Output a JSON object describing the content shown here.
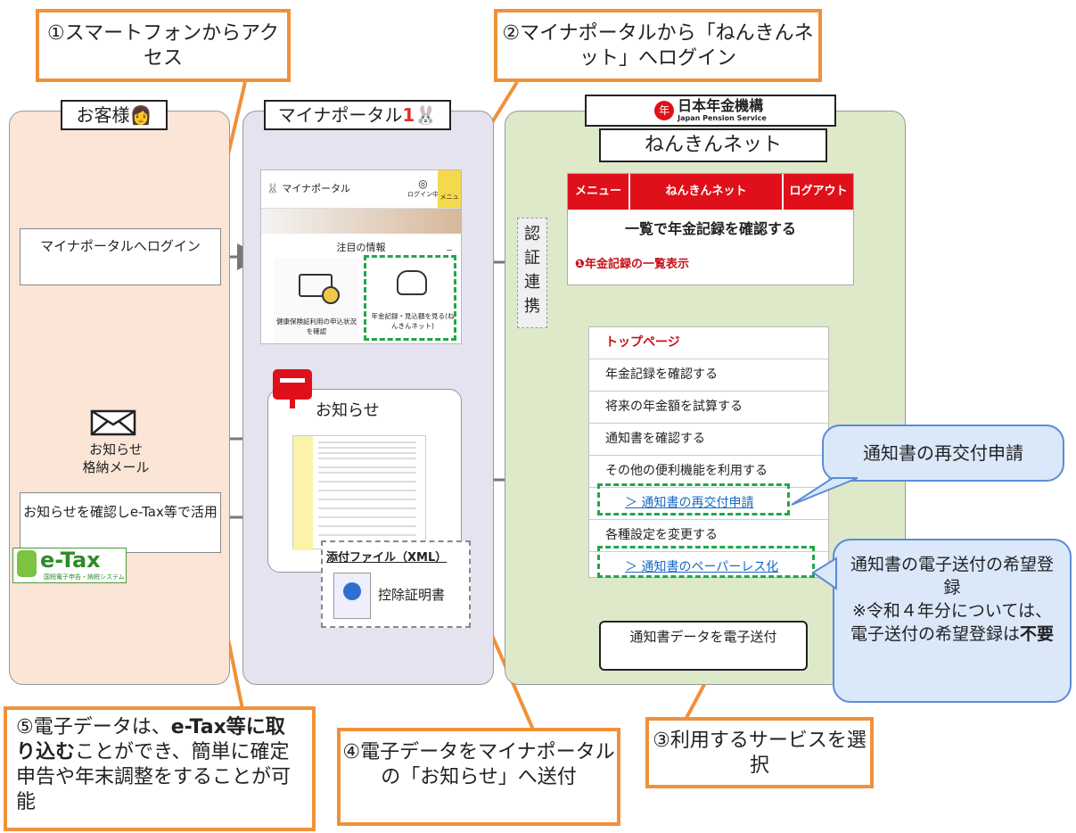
{
  "callouts": {
    "step1": "①スマートフォンからアクセス",
    "step2": "②マイナポータルから「ねんきんネット」へログイン",
    "step3": "③利用するサービスを選択",
    "step4": "④電子データをマイナポータルの「お知らせ」へ送付",
    "step5_a": "⑤電子データは、",
    "step5_b": "e-Tax等に取り込む",
    "step5_c": "ことができ、簡単に確定申告や年末調整をすることが可能"
  },
  "customer": {
    "label": "お客様",
    "login_box": "マイナポータルへログイン",
    "mail_label_1": "お知らせ",
    "mail_label_2": "格納メール",
    "check_box": "お知らせを確認しe-Tax等で活用",
    "etax_logo": "e-Tax",
    "etax_sub": "国税電子申告・納税システム"
  },
  "myna": {
    "label": "マイナポータル",
    "app_title": "マイナポータル",
    "login_status": "ログイン中",
    "menu": "メニュー",
    "section_title": "注目の情報",
    "card1": "健康保険証利用の申込状況を確認",
    "card2": "年金記録・見込額を見る(ねんきんネット)",
    "notice_title": "お知らせ",
    "attach_title": "添付ファイル（XML）",
    "attach_file": "控除証明書"
  },
  "jps": {
    "org_name": "日本年金機構",
    "org_name_en": "Japan Pension Service",
    "service_label": "ねんきんネット",
    "auth": [
      "認",
      "証",
      "連",
      "携"
    ],
    "header_menu": "メニュー",
    "header_title": "ねんきんネット",
    "header_logout": "ログアウト",
    "page_heading": "一覧で年金記録を確認する",
    "record_list": "❶年金記録の一覧表示",
    "menu_items": [
      "トップページ",
      "年金記録を確認する",
      "将来の年金額を試算する",
      "通知書を確認する",
      "その他の便利機能を利用する",
      "＞ 通知書の再交付申請",
      "各種設定を変更する",
      "＞ 通知書のペーパーレス化"
    ],
    "send_box": "通知書データを電子送付"
  },
  "bubbles": {
    "reissue": "通知書の再交付申請",
    "paperless_1": "通知書の電子送付の希望登録",
    "paperless_2": "※令和４年分については、電子送付の希望登録は",
    "paperless_bold": "不要"
  },
  "colors": {
    "accent_orange": "#f0913a",
    "jps_red": "#e0101a",
    "dash_green": "#22a64a",
    "bubble_blue": "#dbe8fa"
  }
}
